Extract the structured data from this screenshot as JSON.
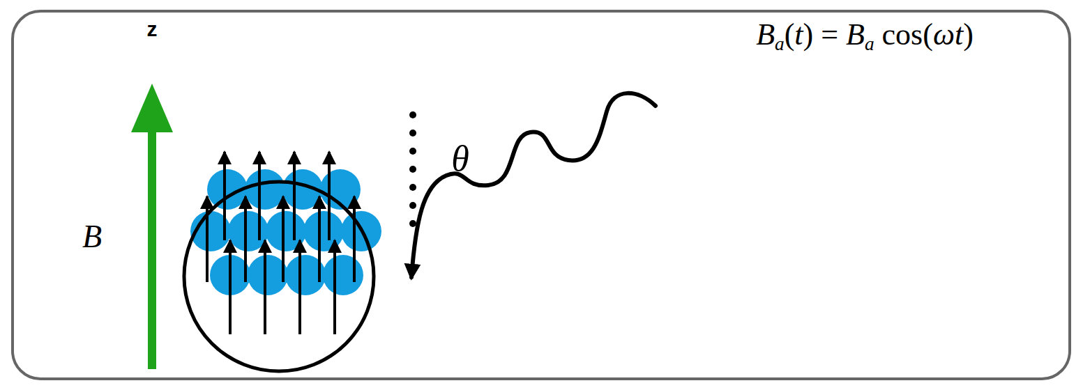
{
  "diagram": {
    "labels": [
      "z",
      "B",
      "θ",
      "Ba(t) = Ba cos(ωt)"
    ]
  }
}
